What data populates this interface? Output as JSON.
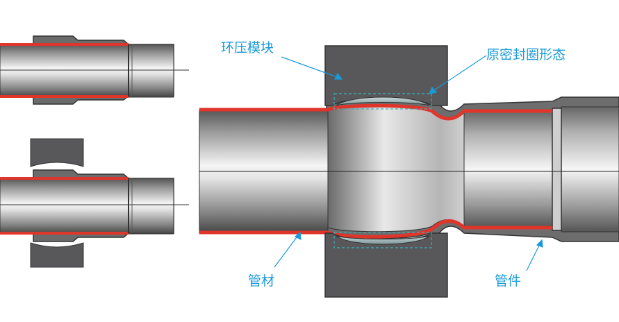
{
  "labels": {
    "die": "环压模块",
    "seal": "原密封圈形态",
    "pipe": "管材",
    "fitting": "管件"
  },
  "colors": {
    "pipe_wall": "#e0352b",
    "die": "#58585b",
    "outline": "#333333",
    "seal": "#8fa6a8",
    "callout": "#1a9ad6"
  }
}
